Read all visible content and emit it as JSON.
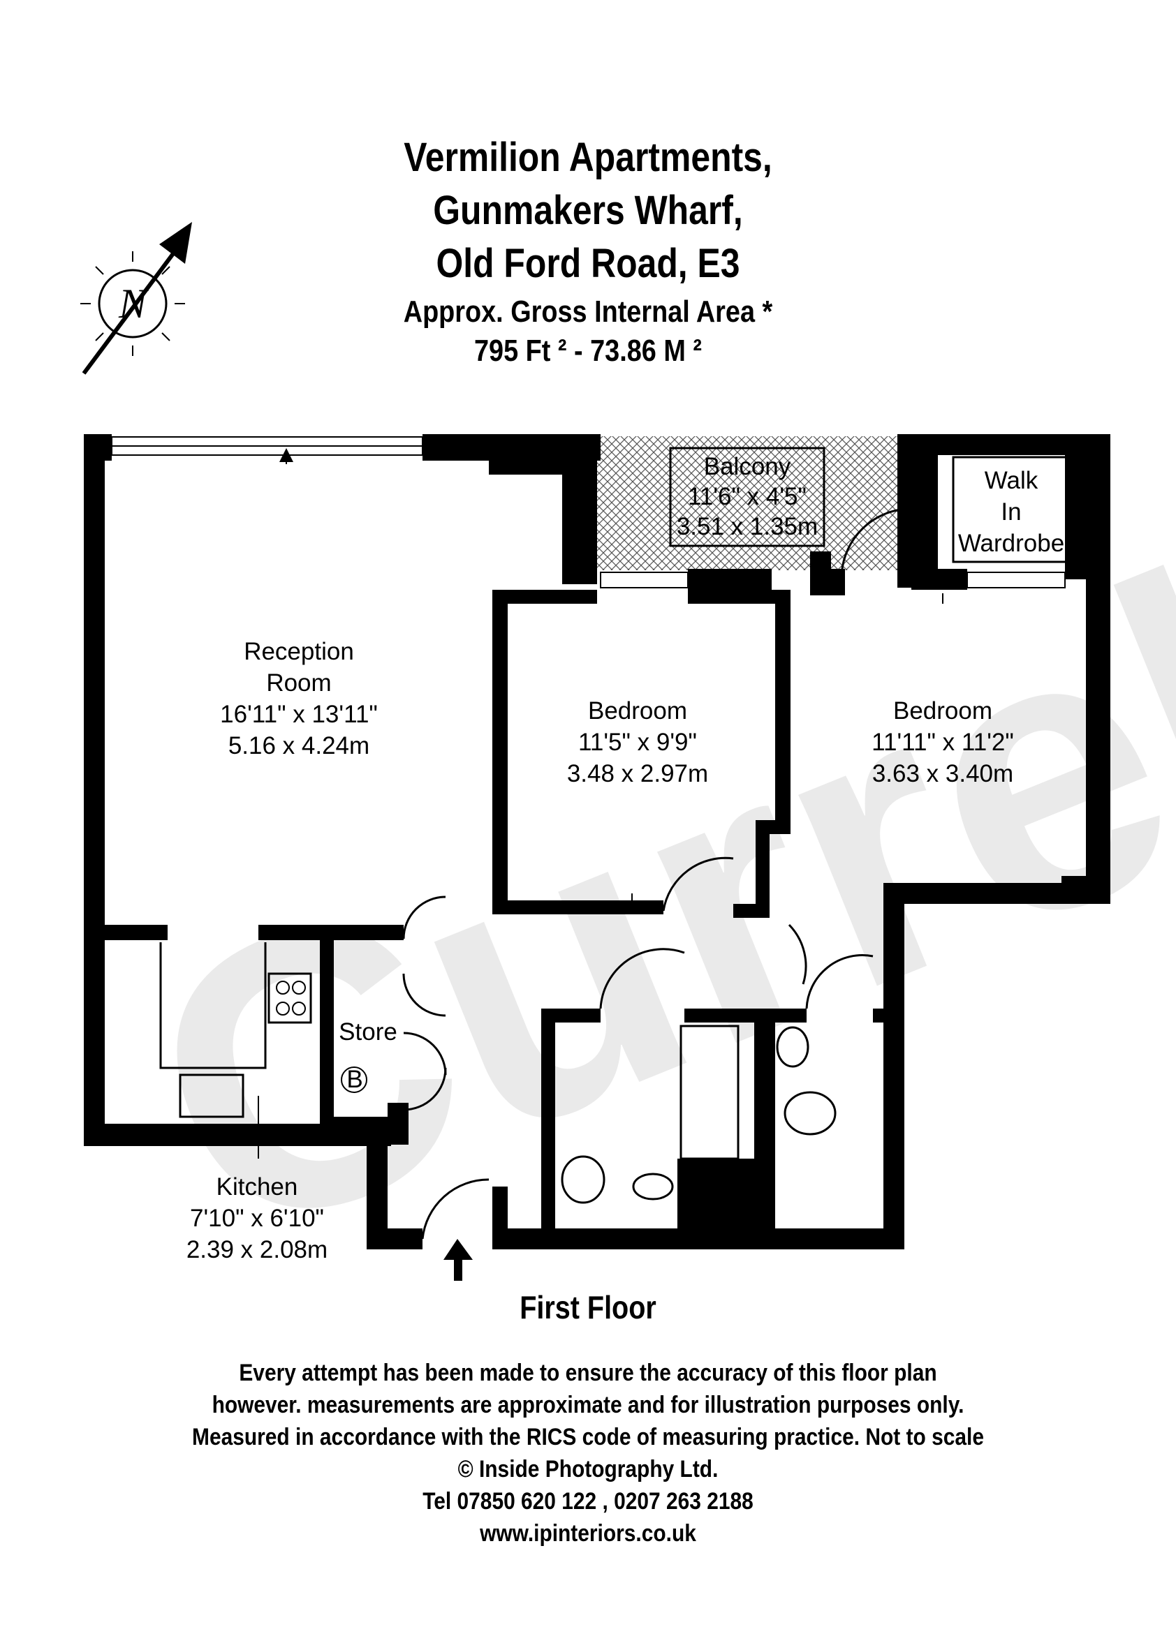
{
  "header": {
    "line1": "Vermilion Apartments,",
    "line2": "Gunmakers Wharf,",
    "line3": "Old Ford Road, E3",
    "area_label": "Approx. Gross Internal Area *",
    "area_value": "795 Ft ²  -  73.86 M ²"
  },
  "compass": {
    "letter": "N"
  },
  "watermark": "Currell",
  "rooms": {
    "balcony": {
      "name": "Balcony",
      "imperial": "11'6\" x 4'5\"",
      "metric": "3.51 x 1.35m"
    },
    "walk_in_wardrobe": {
      "line1": "Walk",
      "line2": "In",
      "line3": "Wardrobe"
    },
    "reception": {
      "line1": "Reception",
      "line2": "Room",
      "imperial": "16'11\" x 13'11\"",
      "metric": "5.16 x 4.24m"
    },
    "bedroom1": {
      "name": "Bedroom",
      "imperial": "11'5\" x 9'9\"",
      "metric": "3.48 x 2.97m"
    },
    "bedroom2": {
      "name": "Bedroom",
      "imperial": "11'11\" x 11'2\"",
      "metric": "3.63 x 3.40m"
    },
    "store": {
      "name": "Store",
      "boiler": "B"
    },
    "kitchen": {
      "name": "Kitchen",
      "imperial": "7'10\" x 6'10\"",
      "metric": "2.39 x 2.08m"
    }
  },
  "floor_label": "First Floor",
  "footer": {
    "line1": "Every attempt has been made to ensure the accuracy of this floor plan",
    "line2": "however. measurements are approximate and for illustration purposes only.",
    "line3": "Measured in accordance with the RICS code of measuring practice. Not to scale",
    "line4": "© Inside Photography Ltd.",
    "line5": "Tel 07850 620 122 , 0207 263 2188",
    "line6": "www.ipinteriors.co.uk"
  }
}
